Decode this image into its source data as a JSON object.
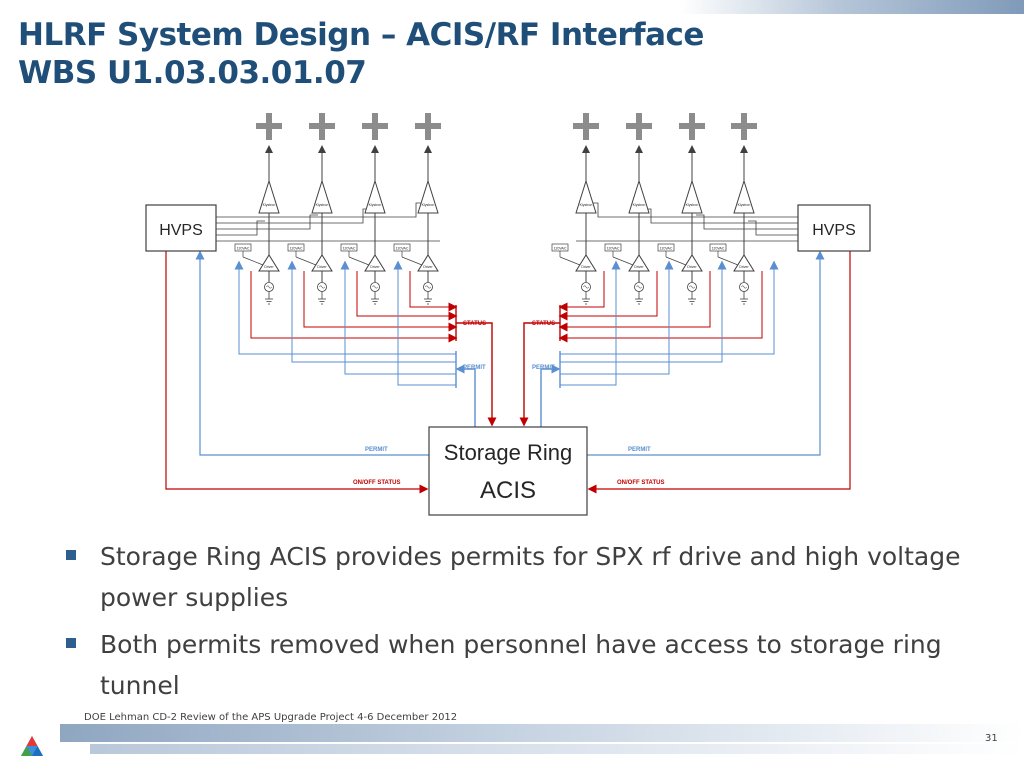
{
  "title": {
    "line1": "HLRF System Design – ACIS/RF Interface",
    "line2": "WBS U1.03.03.01.07"
  },
  "diagram": {
    "hvps_label": "HVPS",
    "klystron_label": "Klystron",
    "driver_label": "Driver",
    "ac_label": "120VAC",
    "status_label": "STATUS",
    "permit_label": "PERMIT",
    "acis_line1": "Storage Ring",
    "acis_line2": "ACIS",
    "onoff_label": "ON/OFF STATUS",
    "colors": {
      "status": "#c00000",
      "permit": "#5b8fd1",
      "line": "#404040",
      "antenna": "#8c8c8c"
    }
  },
  "bullets": [
    "Storage Ring ACIS provides permits for SPX rf drive and high voltage power supplies",
    "Both permits removed when personnel have access to storage ring tunnel"
  ],
  "footer": {
    "text": "DOE Lehman CD-2 Review of the APS Upgrade Project    4-6 December  2012",
    "page_number": "31",
    "logo": "argonne-triangle-logo"
  }
}
